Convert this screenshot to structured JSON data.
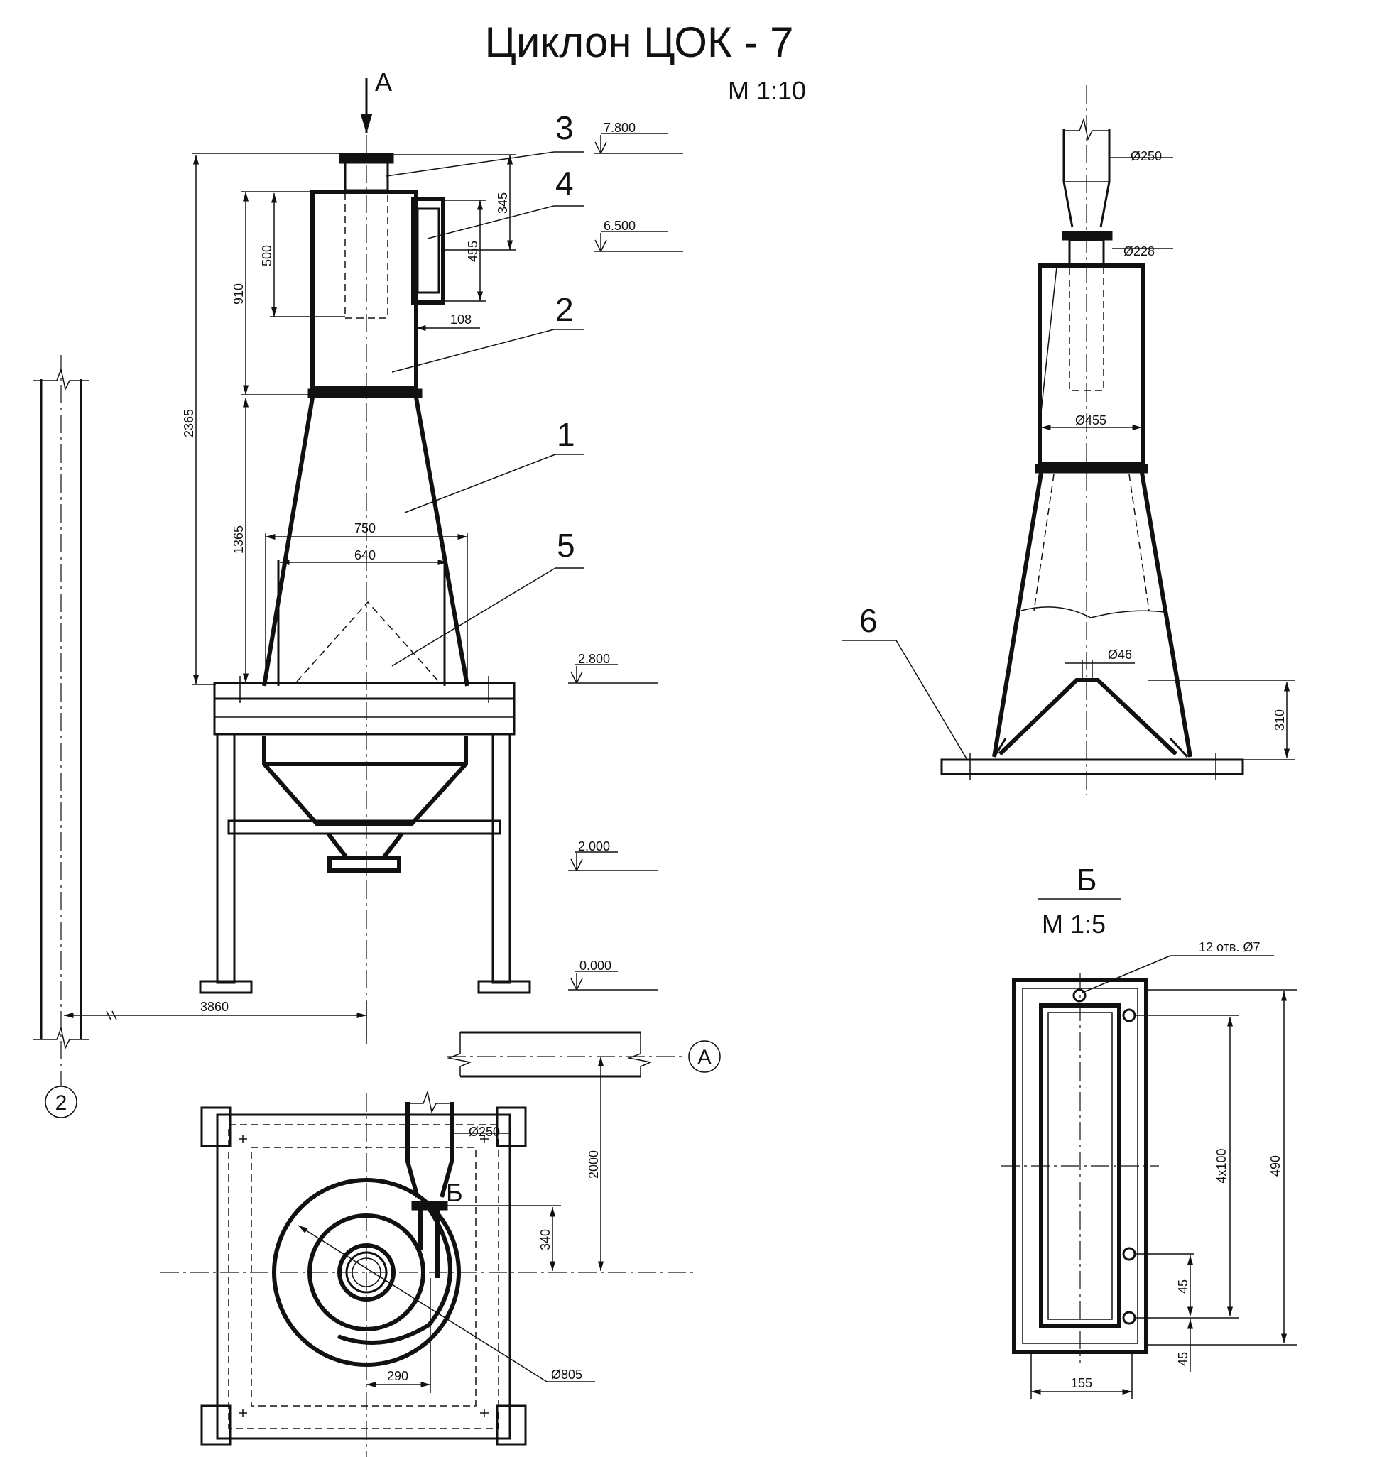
{
  "title": "Циклон ЦОК - 7",
  "scale_main": "М 1:10",
  "view_a_arrow_label": "А",
  "callouts": [
    "3",
    "4",
    "2",
    "1",
    "5",
    "6"
  ],
  "elevations": [
    "7.800",
    "6.500",
    "2.800",
    "2.000",
    "0.000"
  ],
  "front_view_dims": {
    "total_height": "2365",
    "body_height": "910",
    "cone_height": "1365",
    "pipe_depth": "500",
    "inlet_top": "345",
    "inlet_height": "455",
    "inlet_offset": "108",
    "cone_top_diameter": "750",
    "cone_bottom_diameter": "640",
    "axis_distance": "3860"
  },
  "grid_axis": "2",
  "section_a_label": "А",
  "plan_view_dims": {
    "inlet_diameter": "Ø250",
    "offset": "2000",
    "inlet_distance": "340",
    "section_marker": "Б",
    "outer_diameter": "Ø805",
    "radius_offset": "290"
  },
  "side_view_dims": {
    "outlet_diameter": "Ø250",
    "flange_diameter": "Ø228",
    "body_diameter": "Ø455",
    "dust_outlet": "Ø46",
    "base_height": "310"
  },
  "section_b": {
    "label": "Б",
    "scale": "М 1:5",
    "holes": "12 отв. Ø7",
    "pitch": "4x100",
    "height": "490",
    "edge1": "45",
    "edge2": "45",
    "width": "155"
  }
}
